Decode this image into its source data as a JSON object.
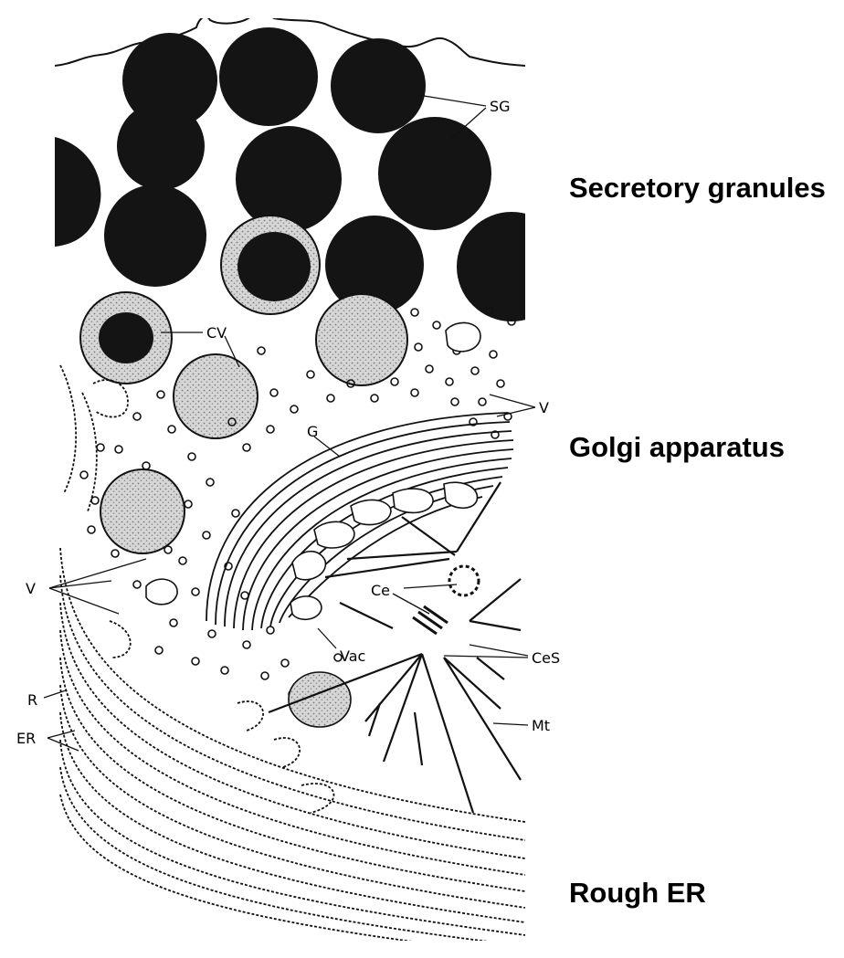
{
  "labels": {
    "secretory_granules": "Secretory granules",
    "golgi_apparatus": "Golgi apparatus",
    "rough_er": "Rough ER"
  },
  "abbreviations": {
    "sg": "SG",
    "cv": "CV",
    "v_right": "V",
    "v_left": "V",
    "g": "G",
    "ce": "Ce",
    "ces": "CeS",
    "vac": "Vac",
    "mt": "Mt",
    "r": "R",
    "er": "ER"
  },
  "colors": {
    "ink": "#111111",
    "granule": "#141414",
    "stippled": "#bdbdbd",
    "background": "#ffffff"
  }
}
